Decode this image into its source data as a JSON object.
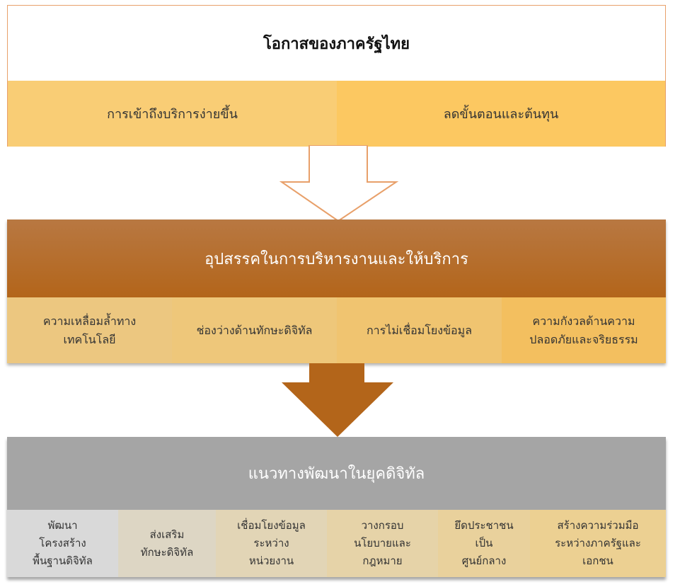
{
  "opportunities": {
    "title": "โอกาสของภาครัฐไทย",
    "items": [
      "การเข้าถึงบริการง่ายขึ้น",
      "ลดขั้นตอนและต้นทุน"
    ]
  },
  "obstacles": {
    "title": "อุปสรรคในการบริหารงานและให้บริการ",
    "items": [
      [
        "ความเหลื่อมล้ำทาง",
        "เทคโนโลยี"
      ],
      [
        "ช่องว่างด้านทักษะดิจิทัล"
      ],
      [
        "การไม่เชื่อมโยงข้อมูล"
      ],
      [
        "ความกังวลด้านความ",
        "ปลอดภัยและจริยธรรม"
      ]
    ]
  },
  "guidelines": {
    "title": "แนวทางพัฒนาในยุคดิจิทัล",
    "items": [
      [
        "พัฒนา",
        "โครงสร้าง",
        "พื้นฐานดิจิทัล"
      ],
      [
        "ส่งเสริม",
        "ทักษะดิจิทัล"
      ],
      [
        "เชื่อมโยงข้อมูล",
        "ระหว่าง",
        "หน่วยงาน"
      ],
      [
        "วางกรอบ",
        "นโยบายและ",
        "กฎหมาย"
      ],
      [
        "ยึดประชาชน",
        "เป็น",
        "ศูนย์กลาง"
      ],
      [
        "สร้างความร่วมมือ",
        "ระหว่างภาครัฐและ",
        "เอกชน"
      ]
    ]
  },
  "colors": {
    "yellow1": "#f9cd75",
    "yellow2": "#fcc861",
    "brown": "#b3651a",
    "gray": "#a5a5a5",
    "outline": "#e8a06a"
  }
}
